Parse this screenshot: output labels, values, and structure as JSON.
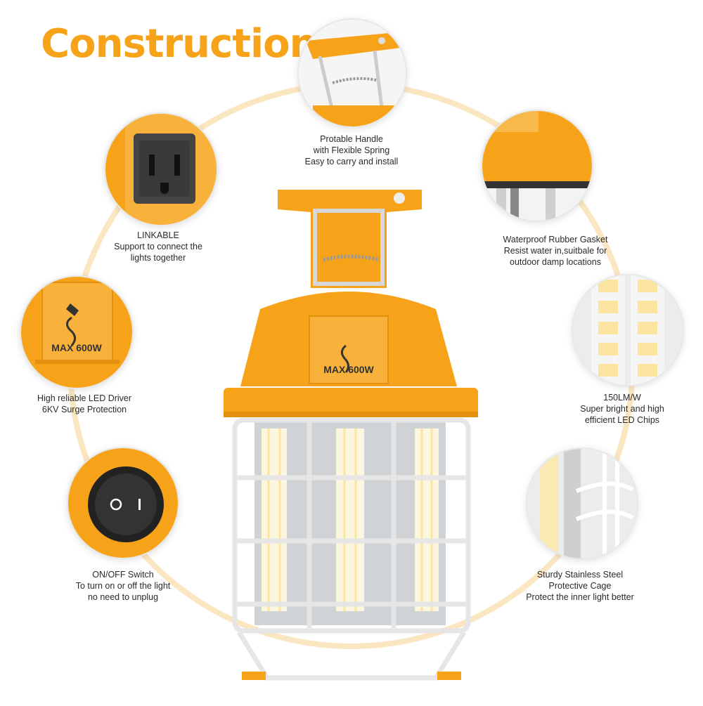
{
  "title": "Construction",
  "colors": {
    "accent": "#f6a31a",
    "ring": "#fbe3b6",
    "dark": "#333333"
  },
  "features": [
    {
      "id": "handle",
      "icon": "handle-icon",
      "lines": [
        "Protable Handle",
        "with Flexible Spring",
        "Easy to carry and install"
      ]
    },
    {
      "id": "linkable",
      "icon": "outlet-icon",
      "lines": [
        "LINKABLE",
        "Support to connect the",
        "lights together"
      ]
    },
    {
      "id": "gasket",
      "icon": "gasket-icon",
      "lines": [
        "Waterproof Rubber Gasket",
        "Resist water in,suitbale for",
        "outdoor damp locations"
      ]
    },
    {
      "id": "driver",
      "icon": "plug-icon",
      "badge": "MAX 600W",
      "lines": [
        "High reliable LED Driver",
        "6KV Surge Protection"
      ]
    },
    {
      "id": "chips",
      "icon": "led-chip-icon",
      "lines": [
        "150LM/W",
        "Super bright and high",
        "efficient LED Chips"
      ]
    },
    {
      "id": "switch",
      "icon": "power-switch-icon",
      "lines": [
        "ON/OFF Switch",
        "To turn on or off the light",
        "no need to unplug"
      ]
    },
    {
      "id": "cage",
      "icon": "cage-icon",
      "lines": [
        "Sturdy Stainless Steel",
        "Protective Cage",
        "Protect the inner light better"
      ]
    }
  ],
  "product": {
    "badge": "MAX 600W"
  }
}
